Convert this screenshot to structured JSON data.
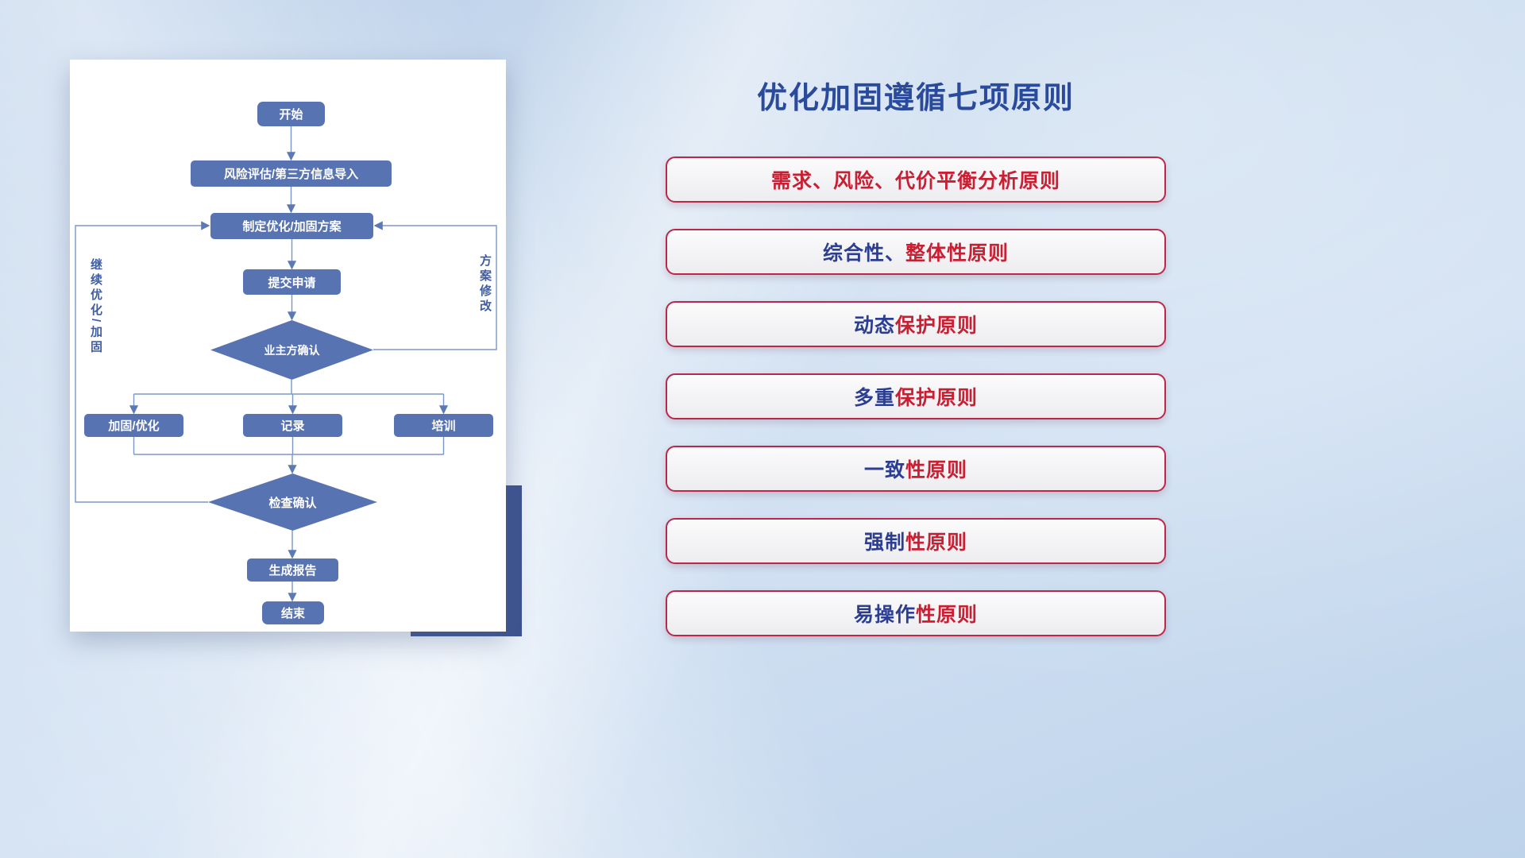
{
  "title": "优化加固遵循七项原则",
  "flowchart": {
    "nodes": {
      "start": "开始",
      "risk": "风险评估/第三方信息导入",
      "plan": "制定优化/加固方案",
      "submit": "提交申请",
      "owner_confirm": "业主方确认",
      "reinforce": "加固/优化",
      "record": "记录",
      "training": "培训",
      "check_confirm": "检查确认",
      "report": "生成报告",
      "end": "结束"
    },
    "edge_labels": {
      "continue_optimize": "继续优化/加固",
      "plan_revision": "方案修改"
    }
  },
  "principles": [
    {
      "segments": [
        {
          "text": "需求、风险、代价平衡分析原则",
          "color": "red"
        }
      ]
    },
    {
      "segments": [
        {
          "text": "综合性、",
          "color": "blue"
        },
        {
          "text": "整体性原则",
          "color": "red"
        }
      ]
    },
    {
      "segments": [
        {
          "text": "动态",
          "color": "blue"
        },
        {
          "text": "保护原则",
          "color": "red"
        }
      ]
    },
    {
      "segments": [
        {
          "text": "多重",
          "color": "blue"
        },
        {
          "text": "保护原则",
          "color": "red"
        }
      ]
    },
    {
      "segments": [
        {
          "text": "一致",
          "color": "blue"
        },
        {
          "text": "性原则",
          "color": "red"
        }
      ]
    },
    {
      "segments": [
        {
          "text": "强制",
          "color": "blue"
        },
        {
          "text": "性原则",
          "color": "red"
        }
      ]
    },
    {
      "segments": [
        {
          "text": "易操作",
          "color": "blue"
        },
        {
          "text": "性原则",
          "color": "red"
        }
      ]
    }
  ],
  "colors": {
    "red": "#c81f33",
    "blue": "#2c3e92",
    "flow_node": "#5873b2",
    "flow_line": "#7b97c9",
    "accent_navy": "#3d5390",
    "title_navy": "#2a4a9c",
    "principle_border": "#bb2649"
  }
}
